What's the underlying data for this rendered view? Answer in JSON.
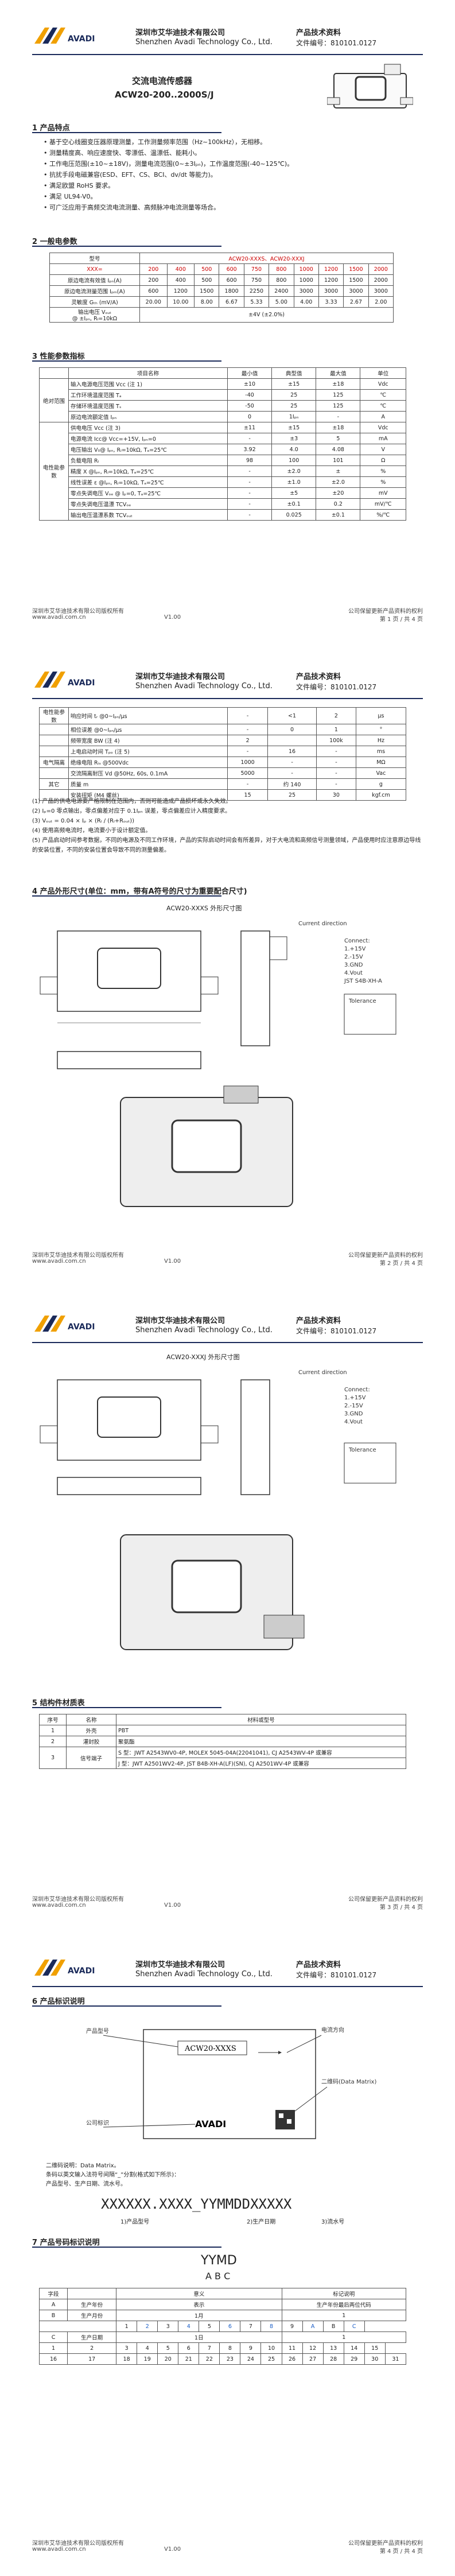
{
  "header": {
    "company_cn": "深圳市艾华迪技术有限公司",
    "company_en": "Shenzhen Avadi Technology Co., Ltd.",
    "doc_title": "产品技术资料",
    "doc_no": "文件编号：810101.0127"
  },
  "footer": {
    "left1": "深圳市艾华迪技术有限公司版权所有",
    "left2": "www.avadi.com.cn",
    "center": "V1.00",
    "right1": "公司保留更新产品资料的权利",
    "pages": [
      "第 1 页 / 共 4 页",
      "第 2 页 / 共 4 页",
      "第 3 页 / 共 4 页",
      "第 4 页 / 共 4 页"
    ]
  },
  "page1": {
    "title": "交流电流传感器",
    "model": "ACW20-200..2000S/J",
    "sec1": "1  产品特点",
    "features": [
      "基于空心线圈变压器原理测量，工作测量频率范围（Hz~100kHz），无相移。",
      "测量精度高、响应速度快、零漂低、温漂低、能耗小。",
      "工作电压范围(±10~±18V)，测量电流范围(0~±3Iₚₙ)，工作温度范围(-40~125℃)。",
      "抗扰手段电磁兼容(ESD、EFT、CS、BCI、dv/dt 等能力)。",
      "满足欧盟 RoHS 要求。",
      "满足 UL94-V0。",
      "可广泛应用于高频交流电流测量、高频脉冲电流测量等场合。"
    ],
    "sec2": "2  一般电参数",
    "table2": {
      "model_label": "型号",
      "model_head": "ACW20-XXXS、ACW20-XXXJ",
      "xxx_label": "XXX=",
      "xxx": [
        "200",
        "400",
        "500",
        "600",
        "750",
        "800",
        "1000",
        "1200",
        "1500",
        "2000"
      ],
      "rows": [
        {
          "label": "原边电流有效值 Iₚₙ(A)",
          "values": [
            "200",
            "400",
            "500",
            "600",
            "750",
            "800",
            "1000",
            "1200",
            "1500",
            "2000"
          ]
        },
        {
          "label": "原边电流测量范围 Iₚₘ(A)",
          "values": [
            "600",
            "1200",
            "1500",
            "1800",
            "2250",
            "2400",
            "3000",
            "3000",
            "3000",
            "3000"
          ]
        },
        {
          "label": "灵敏度 Gₜₕ (mV/A)",
          "values": [
            "20.00",
            "10.00",
            "8.00",
            "6.67",
            "5.33",
            "5.00",
            "4.00",
            "3.33",
            "2.67",
            "2.00"
          ]
        }
      ],
      "out_label": "输出电压 Vₒᵤₜ",
      "out_sub": "@ ±Iₚₙ, Rₗ=10kΩ",
      "out_value": "±4V (±2.0%)"
    },
    "sec3": "3  性能参数指标",
    "table3": {
      "head": [
        "项目名称",
        "最小值",
        "典型值",
        "最大值",
        "单位"
      ],
      "groups": [
        {
          "name": "绝对范围",
          "rows": [
            [
              "输入电源电压范围 Vcc (注 1)",
              "±10",
              "±15",
              "±18",
              "Vdc"
            ],
            [
              "工作环境温度范围 Tₐ",
              "-40",
              "25",
              "125",
              "℃"
            ],
            [
              "存储环境温度范围 Tₛ",
              "-50",
              "25",
              "125",
              "℃"
            ],
            [
              "原边电流额定值 Iₚₙ",
              "0",
              "1Iₚₙ",
              "-",
              "A"
            ]
          ]
        },
        {
          "name": "电性能参数",
          "rows": [
            [
              "供电电压 Vcc (注 3)",
              "±11",
              "±15",
              "±18",
              "Vdc"
            ],
            [
              "电源电流 Icc@ Vcc=+15V, Iₚₙ=0",
              "-",
              "±3",
              "5",
              "mA"
            ],
            [
              "电压输出 V₀@ Iₚₙ, Rₗ=10kΩ, Tₐ=25℃",
              "3.92",
              "4.0",
              "4.08",
              "V"
            ],
            [
              "负载电阻 Rₗ",
              "98",
              "100",
              "101",
              "Ω"
            ],
            [
              "精度 X @Iₚₙ, Rₗ=10kΩ, Tₐ=25℃",
              "-",
              "±2.0",
              "±",
              "%"
            ],
            [
              "线性误差 ε @Iₚₙ, Rₗ=10kΩ, Tₐ=25℃",
              "-",
              "±1.0",
              "±2.0",
              "%"
            ],
            [
              "零点失调电压 Vₒₑ @ Iₚ=0, Tₐ=25℃",
              "-",
              "±5",
              "±20",
              "mV"
            ],
            [
              "零点失调电压温漂 TCVₒₑ",
              "-",
              "±0.1",
              "0.2",
              "mV/℃"
            ],
            [
              "输出电压温漂系数 TCVₒᵤₜ",
              "-",
              "0.025",
              "±0.1",
              "%/℃"
            ]
          ]
        }
      ]
    }
  },
  "page2": {
    "table": {
      "rows": [
        [
          "电性能参数",
          "响应时间 tᵣ @0~Iₚₙ/μs",
          "-",
          "<1",
          "2",
          "μs"
        ],
        [
          "",
          "相位误差 @0~Iₚₙ/μs",
          "-",
          "0",
          "1",
          "°"
        ],
        [
          "",
          "频带宽度 BW (注 4)",
          "2",
          "",
          "100k",
          "Hz"
        ],
        [
          "",
          "上电启动时间 Tₚₒ (注 5)",
          "-",
          "16",
          "-",
          "ms"
        ],
        [
          "电气隔离",
          "绝缘电阻 Rᵢₛ @500Vdc",
          "1000",
          "-",
          "-",
          "MΩ"
        ],
        [
          "",
          "交流隔离耐压 Vd @50Hz, 60s, 0.1mA",
          "5000",
          "-",
          "-",
          "Vac"
        ],
        [
          "其它",
          "质量 m",
          "-",
          "约 140",
          "-",
          "g"
        ],
        [
          "",
          "安装扭矩 (M4 螺丝)",
          "15",
          "25",
          "30",
          "kgf.cm"
        ]
      ]
    },
    "notes": [
      "(1) 产品的供电电源要严格限制在范围内，否则可能造成产品损坏或永久失效。",
      "(2) Iₚ=0 零点输出，零点偏差对应于 0.1Iₚₙ 误差，零点偏差应计入精度要求。",
      "(3) Vₒᵤₜ = 0.04 × Iₚ × (Rₗ / (Rₗ+Rₒᵤₜ))",
      "(4) 使用高频电流时，电流要小于设计额定值。",
      "(5) 产品启动时间参考数据，不同的电源及不同工作环境，产品的实际启动时间会有所差异，对于大电流和高频信号测量领域，产品使用时应注意原边导线的安装位置，不同的安装位置会导致不同的测量偏差。"
    ],
    "sec4": "4  产品外形尺寸(单位：mm，带有A符号的尺寸为重要配合尺寸)",
    "fig1_title": "ACW20-XXXS 外形尺寸图",
    "fig_labels": {
      "current_dir": "Current direction",
      "connect": "Connect:",
      "pins": [
        "1.+15V",
        "2.-15V",
        "3.GND",
        "4.Vout"
      ],
      "terminal": "JST S4B-XH-A",
      "tolerance": "Tolerance"
    }
  },
  "page3": {
    "fig2_title": "ACW20-XXXJ 外形尺寸图",
    "sec5": "5  结构件材质表",
    "table5": {
      "head": [
        "序号",
        "名称",
        "材料或型号"
      ],
      "rows": [
        [
          "1",
          "外壳",
          "PBT"
        ],
        [
          "2",
          "灌封胶",
          "聚氨酯"
        ],
        [
          "3",
          "信号端子",
          "S 型：JWT A2543WV0-4P, MOLEX 5045-04A(22041041), CJ A2543WV-4P 或兼容"
        ],
        [
          "",
          "",
          "J 型：JWT A2501WV2-4P, JST B4B-XH-A(LF)(SN), CJ A2501WV-4P 或兼容"
        ]
      ]
    }
  },
  "page4": {
    "sec6": "6  产品标识说明",
    "label_model": "ACW20-XXXS",
    "label_brand": "AVADI",
    "callouts": [
      "产品型号",
      "公司标识",
      "二维码(Data Matrix)",
      "电流方向"
    ],
    "desc1": "二维码说明：Data Matrix。",
    "desc2": "条码以英文输入法符号间隔“_”分割(格式如下所示)：",
    "desc3": "产品型号、生产日期、流水号。",
    "code": "XXXXXX.XXXX_YYMMDDXXXXX",
    "code_parts": [
      "1)产品型号",
      "2)生产日期",
      "3)流水号"
    ],
    "sec7": "7  产品号码标识说明",
    "ymd": "YYMD",
    "abc": "A B C",
    "table7": {
      "head": [
        "字段",
        "",
        "意义",
        "标记说明"
      ],
      "rows": [
        [
          "A",
          "生产年份",
          "表示",
          "生产年份最后两位代码"
        ],
        [
          "B",
          "生产月份",
          "1月",
          "1"
        ],
        [
          "C",
          "生产日期",
          "1日",
          "1"
        ]
      ],
      "months": [
        "1",
        "2",
        "3",
        "4",
        "5",
        "6",
        "7",
        "8",
        "9",
        "A",
        "B",
        "C"
      ],
      "days_a": [
        "1",
        "2",
        "3",
        "4",
        "5",
        "6",
        "7",
        "8",
        "9",
        "10",
        "11",
        "12",
        "13",
        "14",
        "15"
      ],
      "days_b": [
        "16",
        "17",
        "18",
        "19",
        "20",
        "21",
        "22",
        "23",
        "24",
        "25",
        "26",
        "27",
        "28",
        "29",
        "30",
        "31"
      ]
    }
  }
}
